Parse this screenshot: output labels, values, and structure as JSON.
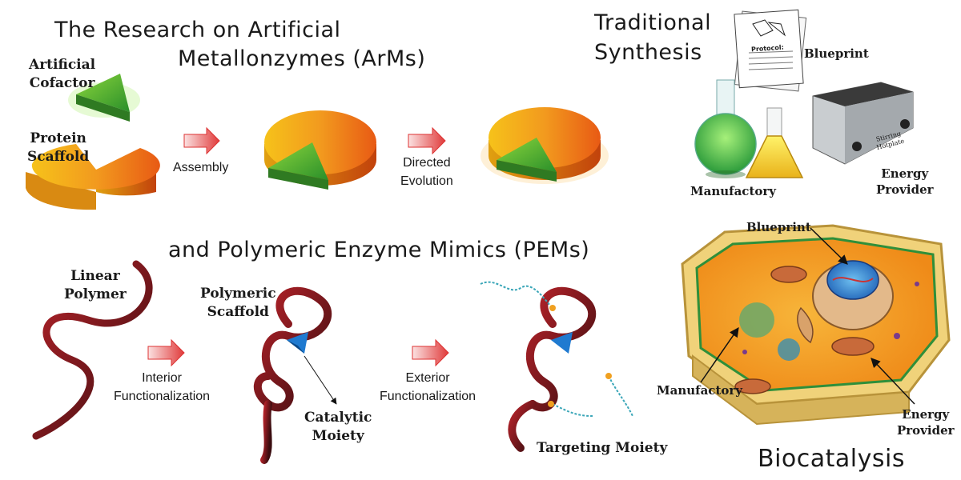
{
  "titles": {
    "arms_line1": "The Research on Artificial",
    "arms_line2": "Metallonzymes (ArMs)",
    "pems": "and Polymeric Enzyme Mimics (PEMs)",
    "traditional_line1": "Traditional",
    "traditional_line2": "Synthesis",
    "biocatalysis": "Biocatalysis"
  },
  "arms": {
    "cofactor_line1": "Artificial",
    "cofactor_line2": "Cofactor",
    "scaffold_line1": "Protein",
    "scaffold_line2": "Scaffold",
    "step1": "Assembly",
    "step2_line1": "Directed",
    "step2_line2": "Evolution"
  },
  "pems_flow": {
    "linear_line1": "Linear",
    "linear_line2": "Polymer",
    "poly_line1": "Polymeric",
    "poly_line2": "Scaffold",
    "step1_line1": "Interior",
    "step1_line2": "Functionalization",
    "step2_line1": "Exterior",
    "step2_line2": "Functionalization",
    "catalytic_line1": "Catalytic",
    "catalytic_line2": "Moiety",
    "targeting": "Targeting Moiety"
  },
  "traditional": {
    "blueprint": "Blueprint",
    "manufactory": "Manufactory",
    "energy_line1": "Energy",
    "energy_line2": "Provider",
    "hotplate_line1": "Stirring",
    "hotplate_line2": "Hotplate",
    "protocol": "Protocol:"
  },
  "bio": {
    "blueprint": "Blueprint",
    "manufactory": "Manufactory",
    "energy_line1": "Energy",
    "energy_line2": "Provider"
  },
  "colors": {
    "orange": "#f07a1a",
    "green": "#3aa43a",
    "arrow_red": "#e03a3a",
    "ribbon": "#8b1a1a",
    "cell_yellow": "#f0d27a",
    "cytoplasm": "#f5a623"
  }
}
